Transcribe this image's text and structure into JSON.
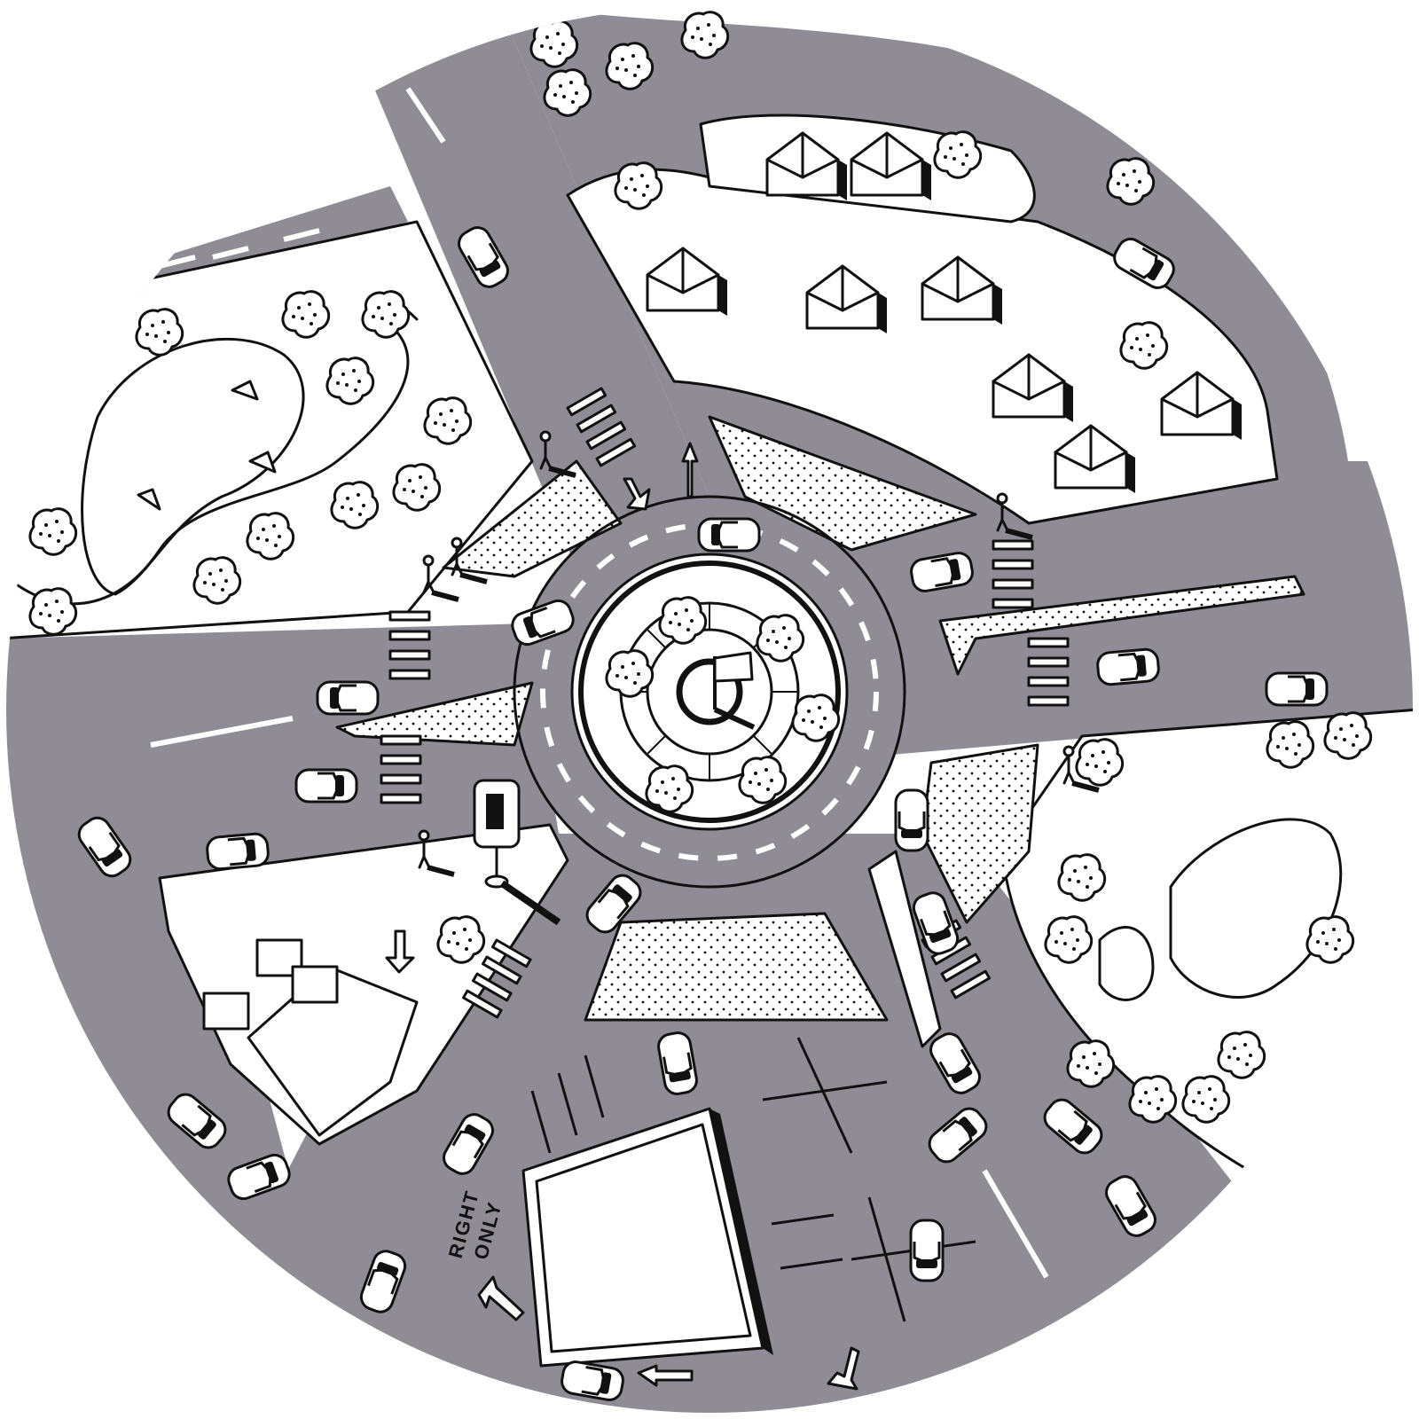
{
  "scene": {
    "description_free": true,
    "colors": {
      "road": "#8f8c96",
      "ink": "#111111",
      "paper": "#ffffff",
      "tree_dot": "#111111"
    },
    "sign": {
      "line1": "RIGHT",
      "line2": "ONLY"
    },
    "icons": [
      "roundabout",
      "flag-icon",
      "tree-icon",
      "car-icon",
      "house-icon",
      "arrow-icon",
      "pedestrian-icon",
      "gas-station-sign-icon",
      "boat-icon"
    ]
  }
}
